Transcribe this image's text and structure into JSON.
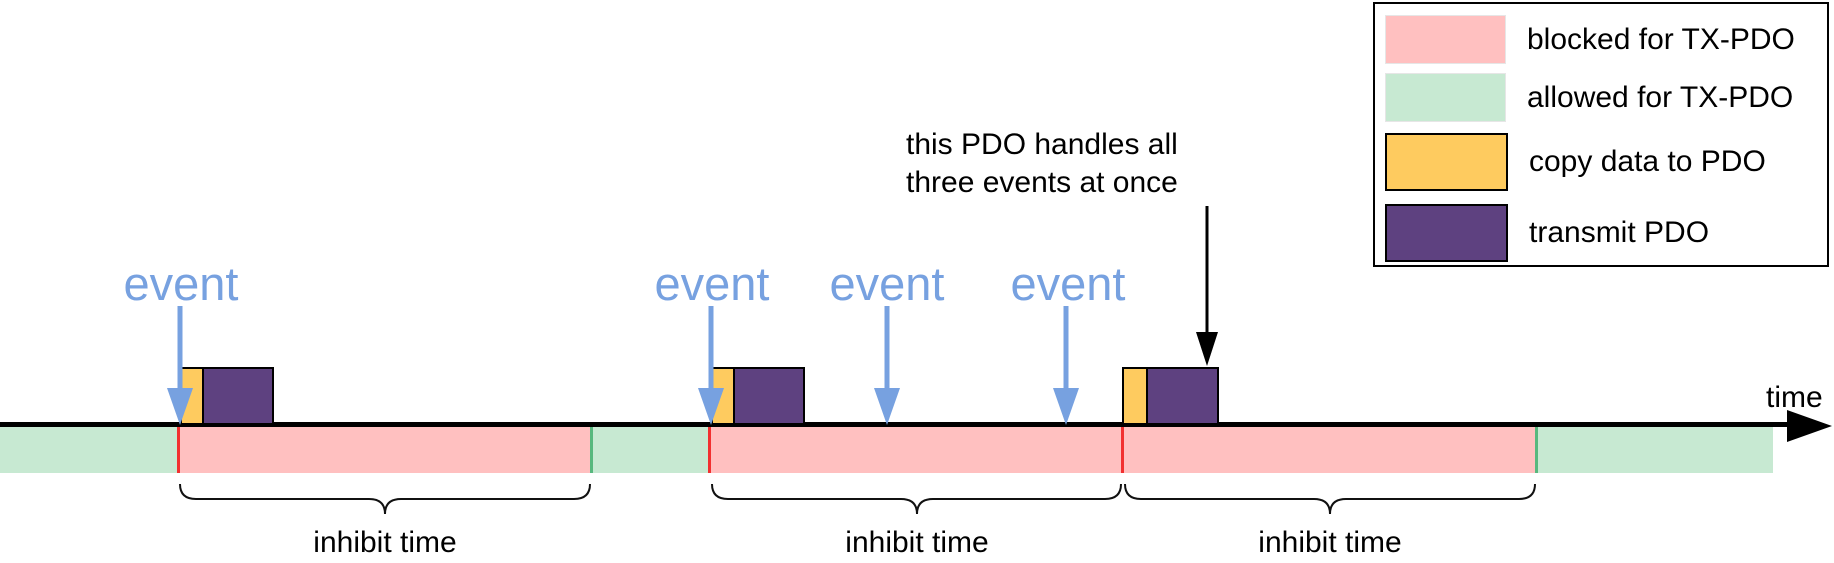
{
  "diagram": {
    "axis_label": "time",
    "event_labels": [
      "event",
      "event",
      "event",
      "event"
    ],
    "inhibit_labels": [
      "inhibit time",
      "inhibit time",
      "inhibit time"
    ],
    "annotation": {
      "line1": "this PDO handles all",
      "line2": "three events at once"
    }
  },
  "legend": {
    "items": [
      {
        "name": "blocked",
        "label": "blocked for TX-PDO",
        "color": "#ffc0c0"
      },
      {
        "name": "allowed",
        "label": "allowed for TX-PDO",
        "color": "#c7e9d2"
      },
      {
        "name": "copy",
        "label": "copy data to PDO",
        "color": "#fecb5f"
      },
      {
        "name": "transmit",
        "label": "transmit PDO",
        "color": "#5e4180"
      }
    ]
  },
  "colors": {
    "blocked_pink": "#ffc0c0",
    "allowed_green": "#c7e9d2",
    "copy_orange": "#fecb5f",
    "transmit_purple": "#5e4180",
    "event_blue": "#77a1e0",
    "marker_red": "#f23030",
    "marker_green": "#58b87e",
    "axis_black": "#000000"
  }
}
